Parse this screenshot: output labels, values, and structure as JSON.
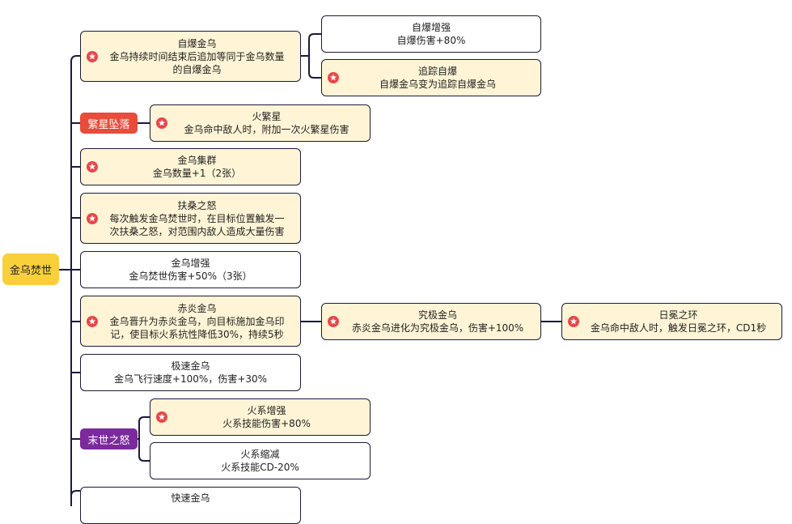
{
  "root": {
    "label": "金乌焚世"
  },
  "tags": {
    "fanxing": "繁星坠落",
    "moshi": "末世之怒"
  },
  "nodes": {
    "zibao": {
      "title": "自爆金乌",
      "lines": [
        "金乌持续时间结束后追加等同于金乌数量",
        "的自爆金乌"
      ]
    },
    "zibao_zq": {
      "title": "自爆增强",
      "lines": [
        "自爆伤害+80%"
      ]
    },
    "zhuizong": {
      "title": "追踪自爆",
      "lines": [
        "自爆金乌变为追踪自爆金乌"
      ]
    },
    "huofan": {
      "title": "火繁星",
      "lines": [
        "金乌命中敌人时，附加一次火繁星伤害"
      ]
    },
    "jiqun": {
      "title": "金乌集群",
      "lines": [
        "金乌数量+1（2张）"
      ]
    },
    "fusang": {
      "title": "扶桑之怒",
      "lines": [
        "每次触发金乌焚世时，在目标位置触发一",
        "次扶桑之怒，对范围内敌人造成大量伤害"
      ]
    },
    "zengqiang": {
      "title": "金乌增强",
      "lines": [
        "金乌焚世伤害+50%（3张）"
      ]
    },
    "chiyan": {
      "title": "赤炎金乌",
      "lines": [
        "金乌晋升为赤炎金乌，向目标施加金乌印",
        "记，使目标火系抗性降低30%，持续5秒"
      ]
    },
    "jiuji": {
      "title": "究极金乌",
      "lines": [
        "赤炎金乌进化为究极金乌，伤害+100%"
      ]
    },
    "riyun": {
      "title": "日冕之环",
      "lines": [
        "金乌命中敌人时，触发日冕之环，CD1秒"
      ]
    },
    "jisu": {
      "title": "极速金乌",
      "lines": [
        "金乌飞行速度+100%，伤害+30%"
      ]
    },
    "huo_zq": {
      "title": "火系增强",
      "lines": [
        "火系技能伤害+80%"
      ]
    },
    "huo_sj": {
      "title": "火系缩减",
      "lines": [
        "火系技能CD-20%"
      ]
    },
    "kuaisu": {
      "title": "快速金乌",
      "lines": []
    }
  },
  "colors": {
    "highlight_fill": "#fff5d6",
    "border": "#1c1a3a",
    "root": "#f7d03a",
    "tag_red": "#e74c3c",
    "tag_purple": "#7b2a9c",
    "star_badge": "#e8474a"
  },
  "icons": {
    "star_badge": "star-badge-icon"
  }
}
